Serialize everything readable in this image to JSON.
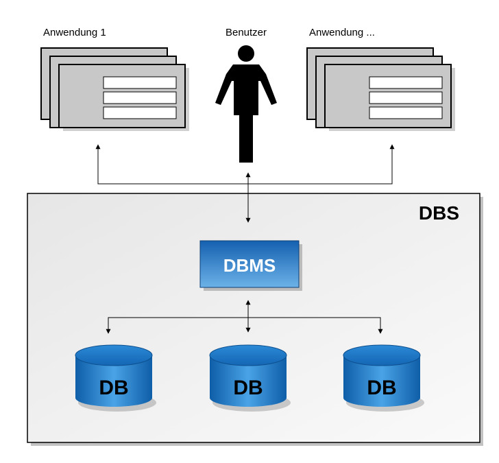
{
  "labels": {
    "app_left": "Anwendung 1",
    "user": "Benutzer",
    "app_right": "Anwendung ...",
    "system": "DBS",
    "dbms": "DBMS",
    "db_1": "DB",
    "db_2": "DB",
    "db_3": "DB"
  },
  "colors": {
    "system_fill": "#f0f0f0",
    "window_fill": "#c8c8c8",
    "dbms_blue": "#1f6fbf",
    "db_blue": "#1a78c2",
    "user_figure": "#000000"
  },
  "icons": {
    "user": "person-icon",
    "apps": "application-window-stack-icon",
    "databases": "database-cylinder-icon"
  }
}
